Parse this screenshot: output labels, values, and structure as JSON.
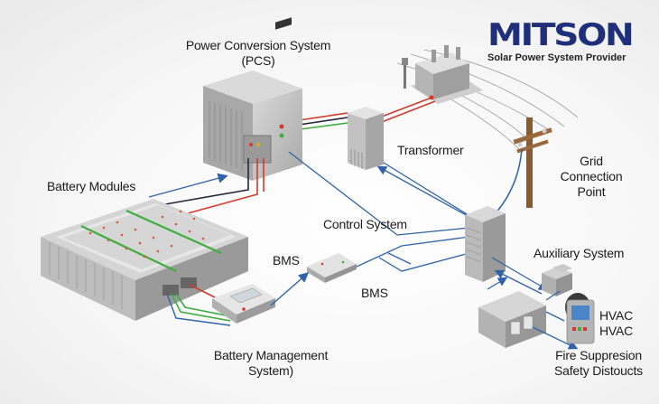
{
  "brand": {
    "logo_text_pre": "MI",
    "logo_text_post": "TSON",
    "tagline": "Solar Power System Provider",
    "color_primary": "#1f2f7a",
    "color_accent": "#d22222"
  },
  "labels": {
    "pcs": "Power Conversion System",
    "pcs_abbr": "(PCS)",
    "transformer": "Transformer",
    "grid_1": "Grid",
    "grid_2": "Connection",
    "grid_3": "Point",
    "battery_modules": "Battery Modules",
    "control_system": "Control System",
    "bms_left": "BMS",
    "bms_below": "BMS",
    "bms_full_1": "Battery Management",
    "bms_full_2": "System)",
    "auxiliary": "Auxiliary System",
    "hvac_1": "HVAC",
    "hvac_2": "HVAC",
    "fire_1": "Fire Suppresion",
    "fire_2": "Safety Distoucts"
  },
  "wire_colors": {
    "dc_positive": "#d33a2c",
    "dc_negative": "#222a3a",
    "ground": "#3fae3f",
    "comm": "#2f62a8",
    "grid_line": "#9a9a9a",
    "pole": "#8a5a32"
  }
}
